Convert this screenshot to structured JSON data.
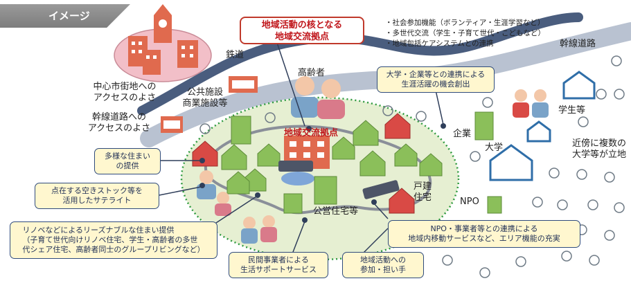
{
  "tag": "イメージ",
  "hub_title": [
    "地域活動の核となる",
    "地域交流拠点"
  ],
  "hub_inner": "地域交流拠点",
  "bullets": [
    "・社会参加機能（ボランティア・生涯学習など）",
    "・多世代交流（学生・子育て世代・こどもなど）",
    "・地域包括ケアシステムとの連携"
  ],
  "labels": {
    "railway": "鉄道",
    "trunk_road": "幹線道路",
    "city_center": [
      "中心市街地への",
      "アクセスのよさ"
    ],
    "road_access": [
      "幹線道路への",
      "アクセスのよさ"
    ],
    "public_facilities": [
      "公共施設",
      "商業施設等"
    ],
    "elderly": "高齢者",
    "company": "企業",
    "students": "学生等",
    "university": "大学",
    "nearby_univ": [
      "近傍に複数の",
      "大学等が立地"
    ],
    "detached": [
      "戸建",
      "住宅"
    ],
    "public_housing": "公営住宅等",
    "npo": "NPO"
  },
  "boxes": {
    "lifelong": [
      "大学・企業等との連携による",
      "生涯活躍の機会創出"
    ],
    "diverse_housing": [
      "多様な住まい",
      "の提供"
    ],
    "satellite": [
      "点在する空きストック等を",
      "活用したサテライト"
    ],
    "renovation": [
      "リノベなどによるリーズナブルな住まい提供",
      "（子育て世代向けリノベ住宅、学生・高齢者の多世",
      "代シェア住宅、高齢者同士のグループリビングなど）"
    ],
    "npo_link": [
      "NPO・事業者等との連携による",
      "地域内移動サービスなど、エリア機能の充実"
    ],
    "life_support": [
      "民間事業者による",
      "生活サポートサービス"
    ],
    "participation": [
      "地域活動への",
      "参加・担い手"
    ]
  },
  "colors": {
    "road": "#4a5d7e",
    "road_light": "#b9c2d1",
    "area_fill": "#e6efd2",
    "area_border": "#2e9a3f",
    "house_green": "#8bbf5a",
    "house_red": "#d94a45",
    "building": "#e06a4e",
    "hub_red": "#c0161b",
    "box_fill": "#fff7cf",
    "box_border": "#2f4b7c",
    "tag_gray": "#8a8a8a"
  }
}
